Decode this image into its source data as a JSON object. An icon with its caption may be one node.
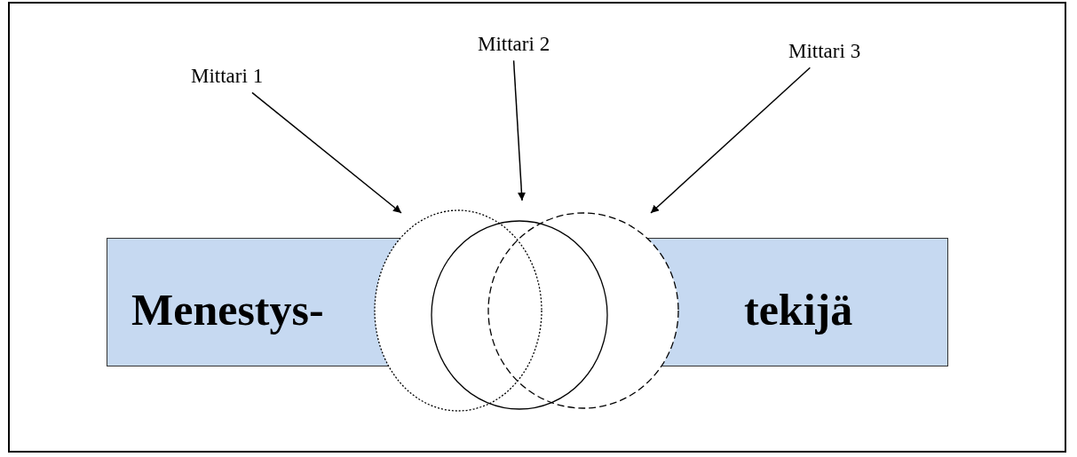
{
  "diagram": {
    "nodes": [
      {
        "text": [
          "Menestys-",
          "tekijä"
        ]
      },
      {
        "text": [],
        "shape": "circle"
      },
      {
        "text": [],
        "shape": "circle"
      },
      {
        "text": [],
        "shape": "circle"
      },
      {
        "text": [
          "Mittari 1"
        ]
      },
      {
        "text": [
          "Mittari 2"
        ]
      },
      {
        "text": [
          "Mittari 3"
        ]
      }
    ],
    "edges": [
      {
        "from": 4,
        "to": 1,
        "arrow": "to"
      },
      {
        "from": 5,
        "to": 2,
        "arrow": "to"
      },
      {
        "from": 6,
        "to": 3,
        "arrow": "to"
      }
    ]
  }
}
